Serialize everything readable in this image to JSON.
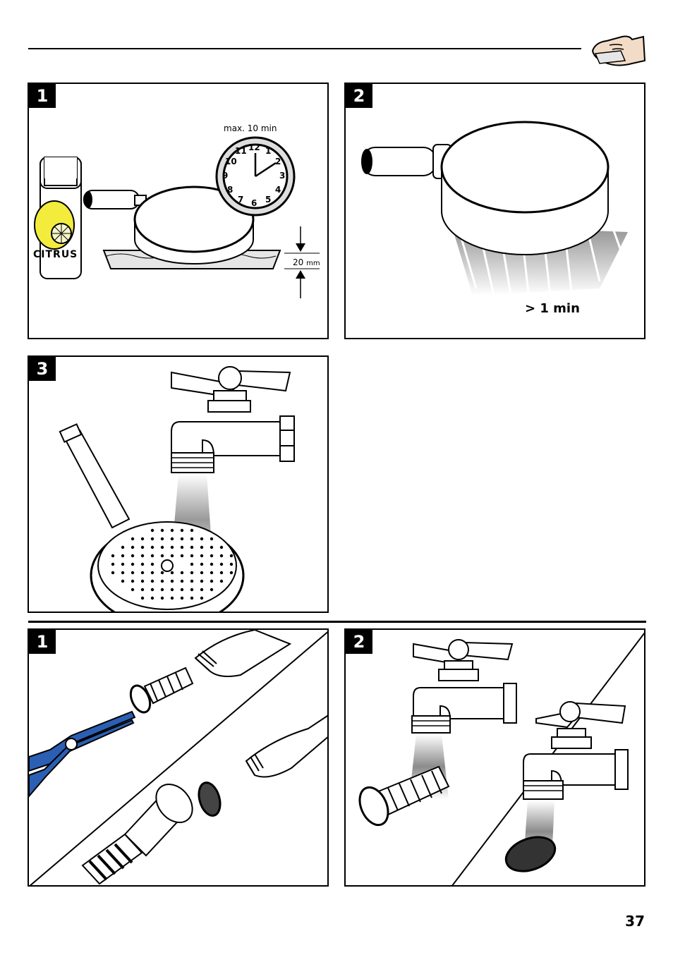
{
  "page": {
    "page_number": "37"
  },
  "section1": {
    "step1": {
      "number": "1",
      "bottle_label": "CITRUS",
      "clock_caption": "max. 10 min",
      "clock_numerals": [
        "12",
        "1",
        "2",
        "3",
        "4",
        "5",
        "6",
        "7",
        "8",
        "9",
        "10",
        "11"
      ],
      "depth_value": "20",
      "depth_unit": "mm"
    },
    "step2": {
      "number": "2",
      "duration": "> 1 min"
    },
    "step3": {
      "number": "3"
    }
  },
  "section2": {
    "step1": {
      "number": "1"
    },
    "step2": {
      "number": "2"
    }
  },
  "icons": {
    "header": "hand-cleaning-icon",
    "spray": "water-spray-icon",
    "faucet": "faucet-icon",
    "pliers": "pliers-icon",
    "filter": "filter-screen-icon"
  }
}
